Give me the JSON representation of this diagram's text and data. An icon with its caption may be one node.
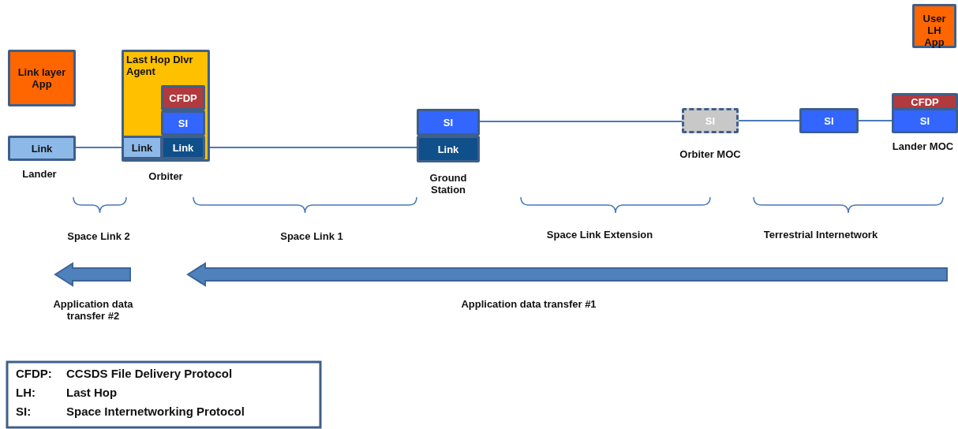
{
  "diagram": {
    "nodes": [
      {
        "text": [
          "Link layer App"
        ]
      },
      {
        "text": [
          "Link"
        ],
        "beside": [
          "Lander"
        ]
      },
      {
        "text": [
          "Last Hop Dlvr Agent"
        ],
        "beside": [
          "Orbiter"
        ]
      },
      {
        "text": [
          "CFDP"
        ],
        "in": 2
      },
      {
        "text": [
          "SI"
        ],
        "in": 2
      },
      {
        "text": [
          "Link"
        ],
        "in": 2
      },
      {
        "text": [
          "Link"
        ],
        "in": 2
      },
      {
        "text": [
          "SI"
        ]
      },
      {
        "text": [
          "Link"
        ],
        "beside": [
          "Ground Station"
        ]
      },
      {
        "text": [
          "SI"
        ],
        "beside": [
          "Orbiter MOC"
        ]
      },
      {
        "text": [
          "SI"
        ]
      },
      {
        "text": [
          "User LH App"
        ]
      },
      {
        "text": [
          "CFDP"
        ]
      },
      {
        "text": [
          "SI"
        ],
        "beside": [
          "Lander MOC"
        ]
      }
    ],
    "edges": [
      {
        "from": 1,
        "to": 5,
        "arrow": "none"
      },
      {
        "from": 6,
        "to": 8,
        "arrow": "none"
      },
      {
        "from": 7,
        "to": 9,
        "arrow": "none"
      },
      {
        "from": 9,
        "to": 10,
        "arrow": "none"
      },
      {
        "from": 10,
        "to": 13,
        "arrow": "none"
      }
    ],
    "labels": [
      "Space Link 2",
      "Space Link 1",
      "Space Link Extension",
      "Terrestrial Internetwork",
      "Application data transfer #2",
      "Application data transfer #1",
      "CFDP:",
      "CCSDS File Delivery Protocol",
      "LH:",
      "Last Hop",
      "SI:",
      "Space Internetworking Protocol"
    ]
  }
}
